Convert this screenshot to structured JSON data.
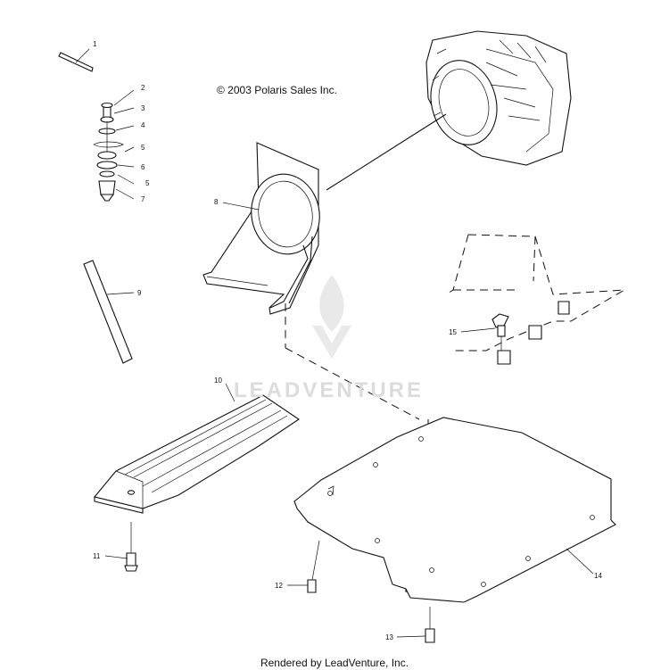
{
  "header": {
    "copyright": "© 2003 Polaris Sales Inc."
  },
  "footer": {
    "rendered_by": "Rendered by LeadVenture, Inc."
  },
  "watermark": {
    "text": "LEADVENTURE"
  },
  "callouts": [
    "1",
    "2",
    "3",
    "4",
    "5",
    "6",
    "5",
    "7",
    "8",
    "9",
    "10",
    "11",
    "12",
    "13",
    "14",
    "15"
  ]
}
